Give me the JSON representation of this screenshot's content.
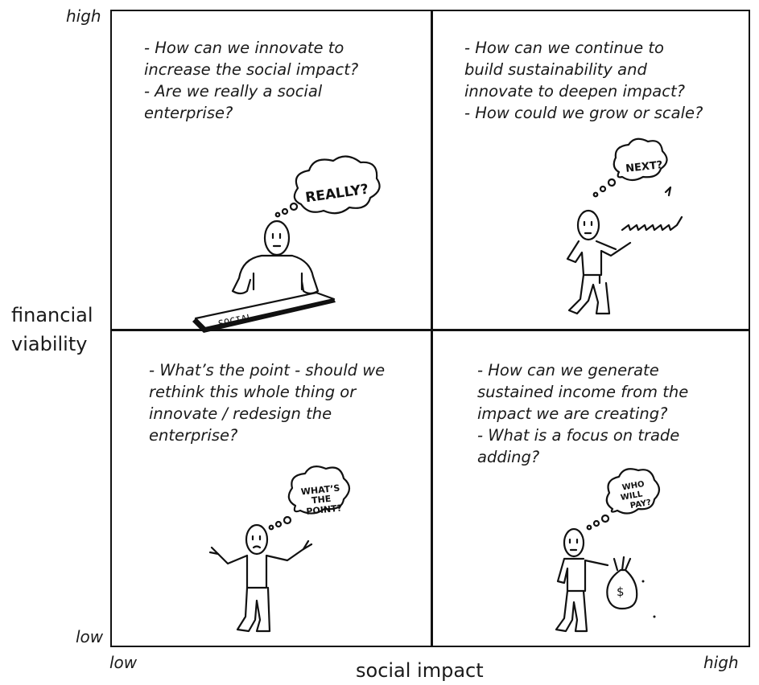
{
  "y_axis": {
    "title_line1": "financial",
    "title_line2": "viability",
    "high": "high",
    "low": "low"
  },
  "x_axis": {
    "title": "social impact",
    "low": "low",
    "high": "high"
  },
  "quadrants": {
    "top_left": {
      "lines": [
        "- How can we innovate to",
        "increase the social impact?",
        "- Are we really a social",
        "enterprise?"
      ],
      "bubble": "REALLY?",
      "sign": "SOCIAL...."
    },
    "top_right": {
      "lines": [
        "- How can we continue to",
        "build sustainability and",
        "innovate to deepen impact?",
        "- How could we grow or scale?"
      ],
      "bubble": "NEXT?"
    },
    "bottom_left": {
      "lines": [
        "- What’s the point - should we",
        "rethink this whole thing or",
        "innovate / redesign the",
        "enterprise?"
      ],
      "bubble_line1": "WHAT’S",
      "bubble_line2": "THE",
      "bubble_line3": "POINT?"
    },
    "bottom_right": {
      "lines": [
        "- How can we generate",
        "sustained income from the",
        "impact we are creating?",
        "- What is a focus on trade",
        "adding?"
      ],
      "bubble_line1": "WHO",
      "bubble_line2": "WILL",
      "bubble_line3": "PAY?",
      "bag_symbol": "$"
    }
  }
}
